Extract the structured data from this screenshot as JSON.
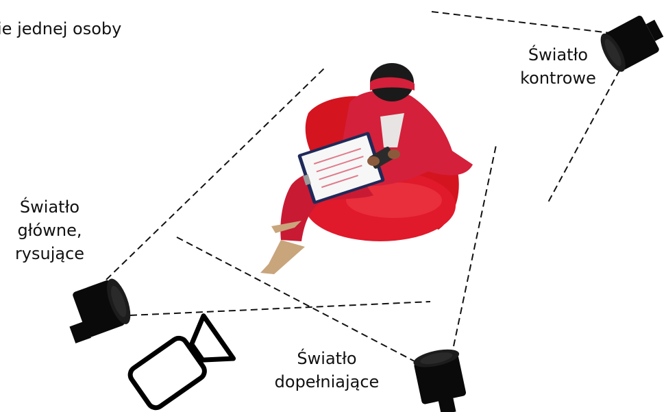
{
  "diagram": {
    "title_fragment": "ie jednej osoby",
    "lights": {
      "back": {
        "line1": "Światło",
        "line2": "kontrowe"
      },
      "key": {
        "line1": "Światło",
        "line2": "główne,",
        "line3": "rysujące"
      },
      "fill": {
        "line1": "Światło",
        "line2": "dopełniające"
      }
    },
    "icons": [
      "spotlight-icon",
      "spotlight-icon",
      "spotlight-icon",
      "video-camera-icon"
    ],
    "subject": "woman-in-red-suit-seated-in-red-armchair",
    "colors": {
      "line": "#111111",
      "lamp": "#0a0a0a",
      "suit": "#d4203a",
      "chair": "#e0192b"
    }
  }
}
